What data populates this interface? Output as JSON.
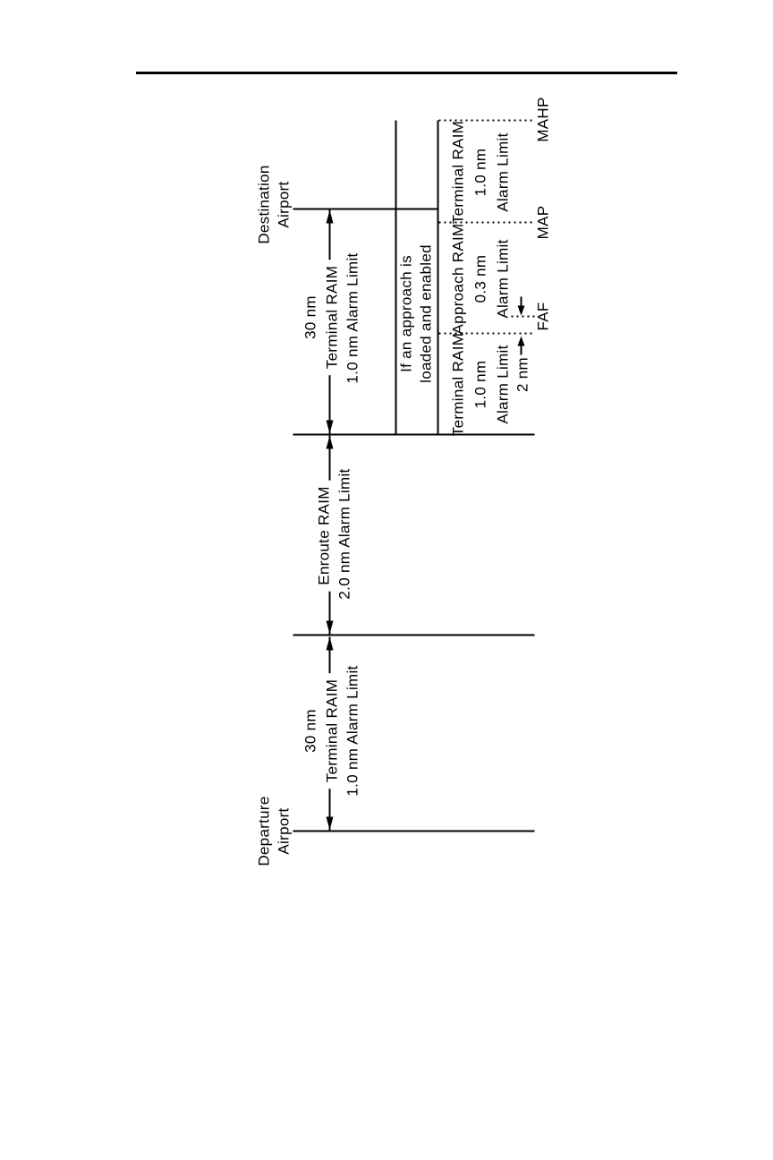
{
  "colors": {
    "ink": "#000000",
    "background": "#ffffff"
  },
  "diagram": {
    "departure_airport": [
      "Departure",
      "Airport"
    ],
    "destination_airport": [
      "Destination",
      "Airport"
    ],
    "segments": [
      {
        "distance": "30 nm",
        "raim": "Terminal RAIM",
        "alarm": "1.0 nm Alarm Limit"
      },
      {
        "raim": "Enroute RAIM",
        "alarm": "2.0 nm Alarm Limit"
      },
      {
        "distance": "30 nm",
        "raim": "Terminal RAIM",
        "alarm": "1.0 nm Alarm Limit"
      }
    ],
    "approach_condition": [
      "If an approach is",
      "loaded and enabled"
    ],
    "approach_sections": [
      {
        "raim": "Terminal RAIM",
        "limit": "1.0 nm",
        "label": "Alarm Limit"
      },
      {
        "raim": "Approach RAIM",
        "limit": "0.3 nm",
        "label": "Alarm Limit"
      },
      {
        "raim": "Terminal RAIM",
        "limit": "1.0 nm",
        "label": "Alarm Limit"
      }
    ],
    "waypoints": {
      "faf": "FAF",
      "map": "MAP",
      "mahp": "MAHP"
    },
    "faf_offset": "2 nm"
  }
}
